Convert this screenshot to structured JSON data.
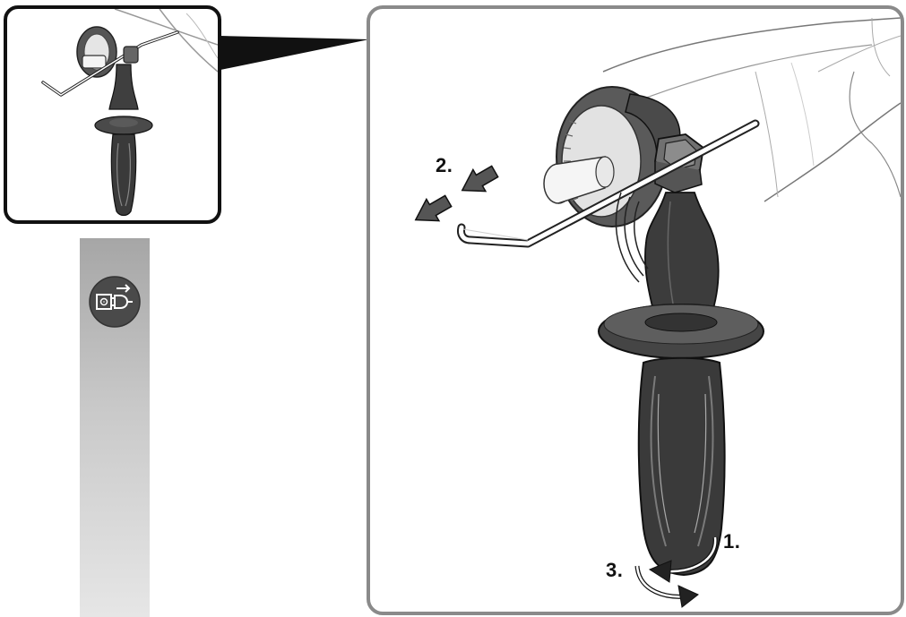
{
  "steps": {
    "step1": "1.",
    "step2": "2.",
    "step3": "3."
  },
  "icons": {
    "unplug": "unplug-power-icon"
  },
  "colors": {
    "handle_dark": "#3d3d3d",
    "handle_mid": "#6a6a6a",
    "panel_border": "#8a8a8a",
    "sidebar_gradient_top": "#a6a6a6",
    "sidebar_gradient_bottom": "#e6e6e6"
  }
}
